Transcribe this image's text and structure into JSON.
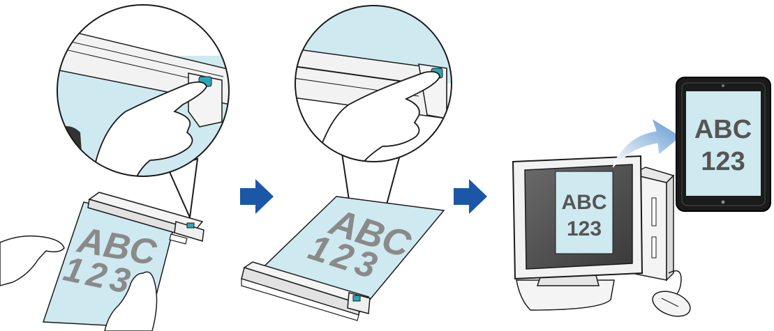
{
  "paper_text": {
    "line1": "ABC",
    "line2": "123"
  },
  "colors": {
    "paper": "#cfe9f0",
    "paper_stroke": "#1a1a1a",
    "ink": "#8a8a8a",
    "arrow": "#1b57a6",
    "skin": "#ffffff",
    "scanner_body": "#f4f4f4",
    "scanner_led": "#2aa7b7",
    "monitor_bezel": "#f2f2f2",
    "monitor_screen": "#555555",
    "tablet_body": "#1b1b1b",
    "transfer_arrow": "#8ab4dd"
  },
  "steps": [
    {
      "name": "press-scan-button",
      "icon": "hand-pressing-button"
    },
    {
      "name": "scan-document",
      "icon": "scanner"
    },
    {
      "name": "view-on-devices",
      "icon": "computer-and-tablet"
    }
  ]
}
